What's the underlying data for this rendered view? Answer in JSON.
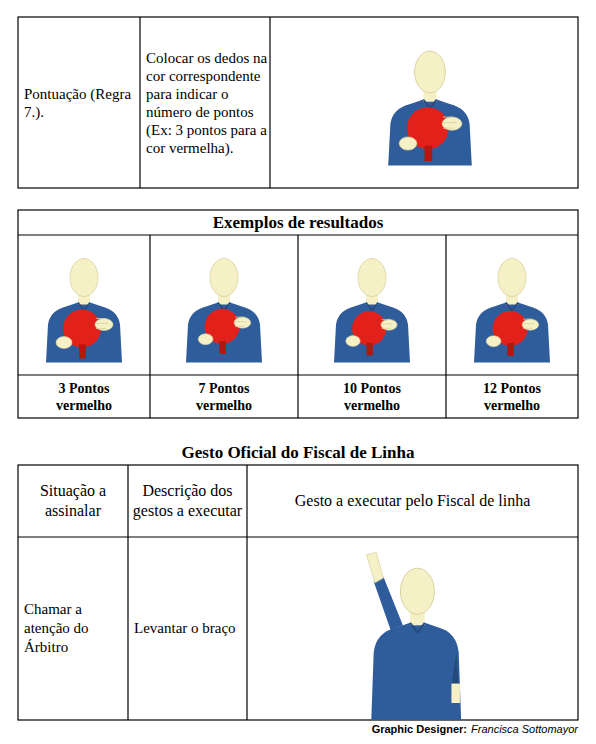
{
  "diagram": {
    "labels": [
      "Pontuação (Regra 7.).",
      "Colocar os dedos na cor correspondente para indicar o número de pontos (Ex: 3 pontos para a cor vermelha).",
      "Exemplos de resultados",
      "3 Pontos vermelho",
      "7 Pontos vermelho",
      "10 Pontos vermelho",
      "12 Pontos vermelho",
      "Gesto Oficial do Fiscal de Linha",
      "Situação a assinalar",
      "Descrição dos gestos a executar",
      "Gesto a executar pelo Fiscal de linha",
      "Chamar a atenção do Árbitro",
      "Levantar o braço",
      "Graphic Designer:",
      "Francisca Sottomayor"
    ]
  }
}
